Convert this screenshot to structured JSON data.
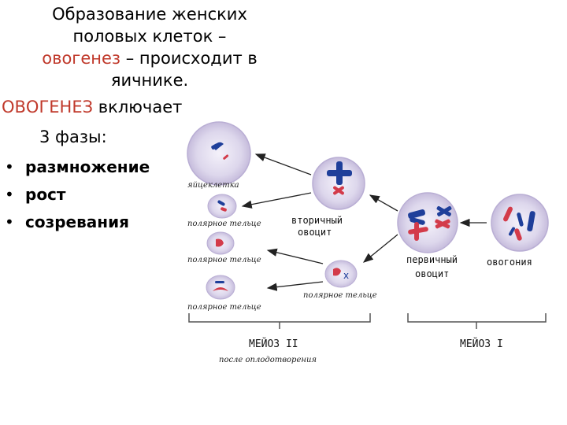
{
  "text": {
    "title_line1": "Образование женских",
    "title_line2": "половых клеток –",
    "title_line3_red": "овогенез",
    "title_line3_rest": " – происходит в",
    "title_line4": "яичнике.",
    "intro_red": "ОВОГЕНЕЗ",
    "intro_rest": " включает",
    "phases_count": "3 фазы:",
    "phases": [
      "размножение",
      "рост",
      "созревания"
    ]
  },
  "diagram": {
    "labels": {
      "egg": "яйцеклетка",
      "polar1": "полярное тельце",
      "polar2": "полярное тельце",
      "polar3": "полярное тельце",
      "polar4": "полярное тельце",
      "secondary": "вторичный",
      "secondary2": "овоцит",
      "primary": "первичный",
      "primary2": "овоцит",
      "oogonia": "овогония",
      "meiosis2": "МЕЙОЗ II",
      "after_fert": "после оплодотворения",
      "meiosis1": "МЕЙОЗ I"
    },
    "colors": {
      "cell_fill": "#dcd6ec",
      "cell_stroke": "#b4a9cf",
      "chrom_blue": "#1f3f9a",
      "chrom_red": "#d33b4a",
      "accent_red": "#c0392b"
    }
  }
}
